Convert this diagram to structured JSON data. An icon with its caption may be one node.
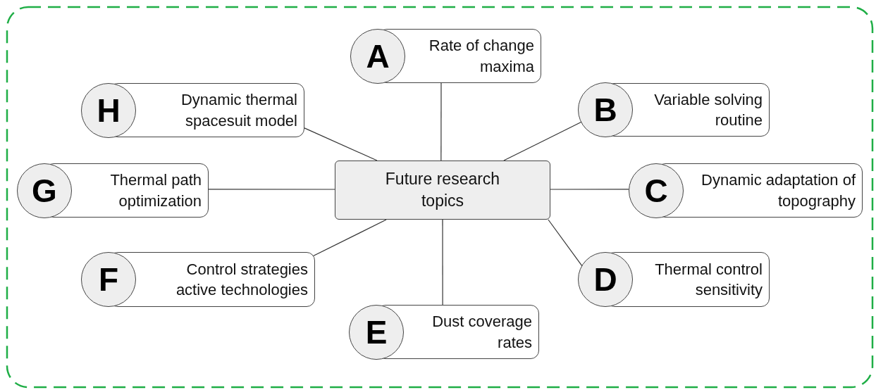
{
  "diagram": {
    "nodes": [
      {
        "text": [
          "Future research topics"
        ]
      },
      {
        "text": [
          "A",
          "Rate of change maxima"
        ]
      },
      {
        "text": [
          "B",
          "Variable solving routine"
        ]
      },
      {
        "text": [
          "C",
          "Dynamic adaptation of topography"
        ]
      },
      {
        "text": [
          "D",
          "Thermal control sensitivity"
        ]
      },
      {
        "text": [
          "E",
          "Dust coverage rates"
        ]
      },
      {
        "text": [
          "F",
          "Control strategies active technologies"
        ]
      },
      {
        "text": [
          "G",
          "Thermal path optimization"
        ]
      },
      {
        "text": [
          "H",
          "Dynamic thermal spacesuit model"
        ]
      }
    ],
    "edges": [
      {
        "from": 0,
        "to": 1,
        "arrow": "none"
      },
      {
        "from": 0,
        "to": 2,
        "arrow": "none"
      },
      {
        "from": 0,
        "to": 3,
        "arrow": "none"
      },
      {
        "from": 0,
        "to": 4,
        "arrow": "none"
      },
      {
        "from": 0,
        "to": 5,
        "arrow": "none"
      },
      {
        "from": 0,
        "to": 6,
        "arrow": "none"
      },
      {
        "from": 0,
        "to": 7,
        "arrow": "none"
      },
      {
        "from": 0,
        "to": 8,
        "arrow": "none"
      }
    ]
  }
}
